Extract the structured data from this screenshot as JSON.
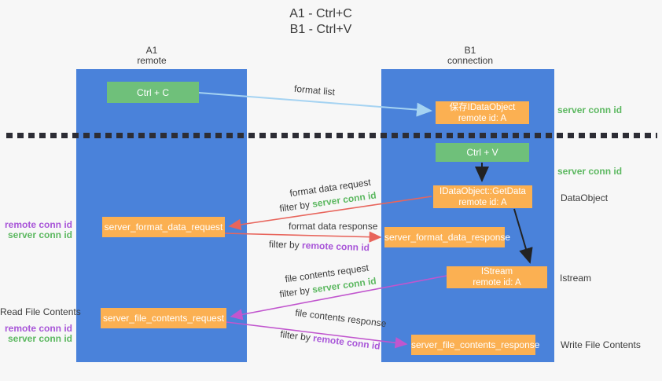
{
  "title": {
    "line1": "A1 - Ctrl+C",
    "line2": "B1 - Ctrl+V"
  },
  "lifelines": {
    "left": {
      "name": "A1",
      "role": "remote"
    },
    "right": {
      "name": "B1",
      "role": "connection"
    }
  },
  "nodes": {
    "ctrl_c": "Ctrl + C",
    "ctrl_v": "Ctrl + V",
    "save_idataobject": {
      "title": "保存IDataObject",
      "subtitle": "remote id: A"
    },
    "getdata": {
      "title": "IDataObject::GetData",
      "subtitle": "remote id: A"
    },
    "istream": {
      "title": "IStream",
      "subtitle": "remote id: A"
    },
    "server_format_data_request": "server_format_data_request",
    "server_format_data_response": "server_format_data_response",
    "server_file_contents_request": "server_file_contents_request",
    "server_file_contents_response": "server_file_contents_response"
  },
  "labels": {
    "format_list": "format list",
    "format_data_request": "format data request",
    "format_data_response": "format data response",
    "file_contents_request": "file contents request",
    "file_contents_response": "file contents response",
    "filter_by": "filter by",
    "server_conn_id": "server conn id",
    "remote_conn_id": "remote conn id",
    "dataobject": "DataObject",
    "istream": "Istream",
    "read_file_contents": "Read File Contents",
    "write_file_contents": "Write File Contents"
  },
  "colors": {
    "lifeline_blue": "#4a82da",
    "action_green": "#6fc07a",
    "message_orange": "#fbb052",
    "server_conn_green": "#5cb860",
    "remote_conn_purple": "#a855d8",
    "format_arrow_red": "#e8655c",
    "file_arrow_magenta": "#c156ce",
    "broadcast_arrow_blue": "#a5d3f2",
    "separator_dark": "#2d2d35"
  }
}
